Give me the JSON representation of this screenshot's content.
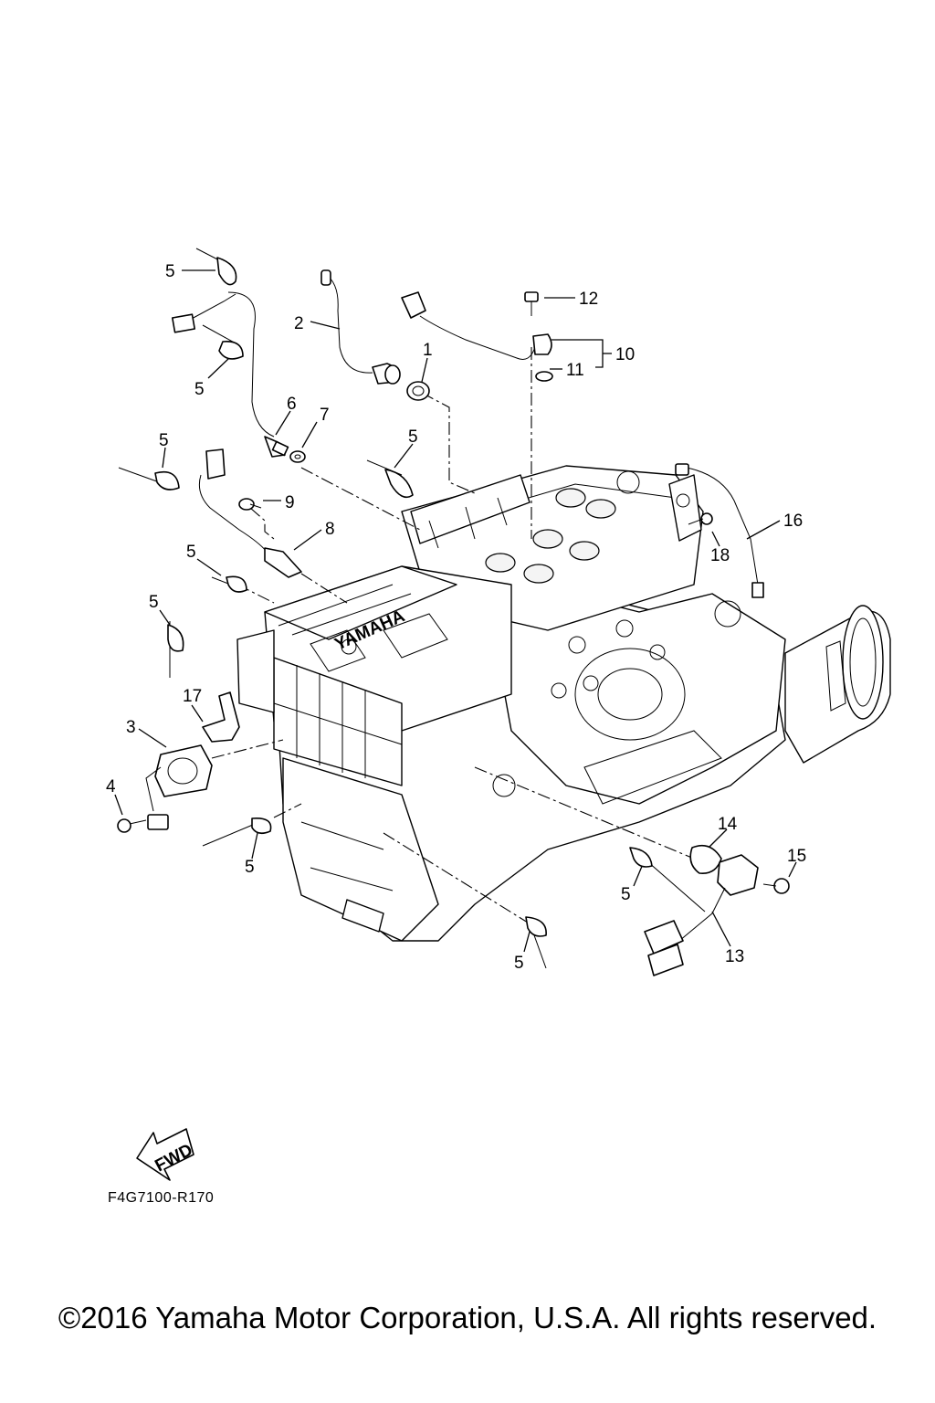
{
  "diagram": {
    "code": "F4G7100-R170",
    "fwd_label": "FWD",
    "brand_mark": "YAMAHA",
    "callouts": [
      "1",
      "2",
      "3",
      "4",
      "5",
      "6",
      "7",
      "8",
      "9",
      "10",
      "11",
      "12",
      "13",
      "14",
      "15",
      "16",
      "17",
      "18"
    ]
  },
  "footer": {
    "copyright": "©2016 Yamaha Motor Corporation, U.S.A. All rights reserved."
  }
}
